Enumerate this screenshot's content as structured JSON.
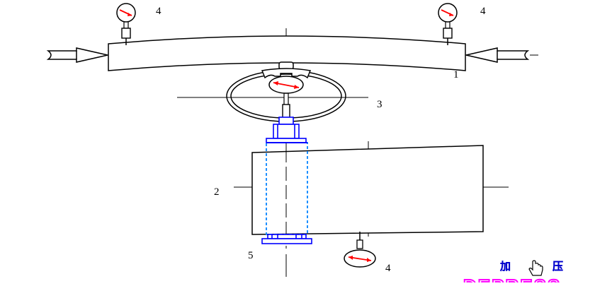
{
  "labels": {
    "part1": "1",
    "part2": "2",
    "part3": "3",
    "part4": "4",
    "part5": "5"
  },
  "button": {
    "text_left": "加",
    "text_right": "压"
  },
  "banner": {
    "text": "DEPRESS"
  },
  "colors": {
    "line": "#000000",
    "blue": "#0000ff",
    "dashed_blue": "#1e90ff",
    "needle": "#ff0000",
    "button_text": "#0000cc",
    "banner": "#ff00ff"
  },
  "icons": {
    "cursor": "hand-pointer-icon",
    "dial_gauge": "dial-gauge-icon"
  }
}
